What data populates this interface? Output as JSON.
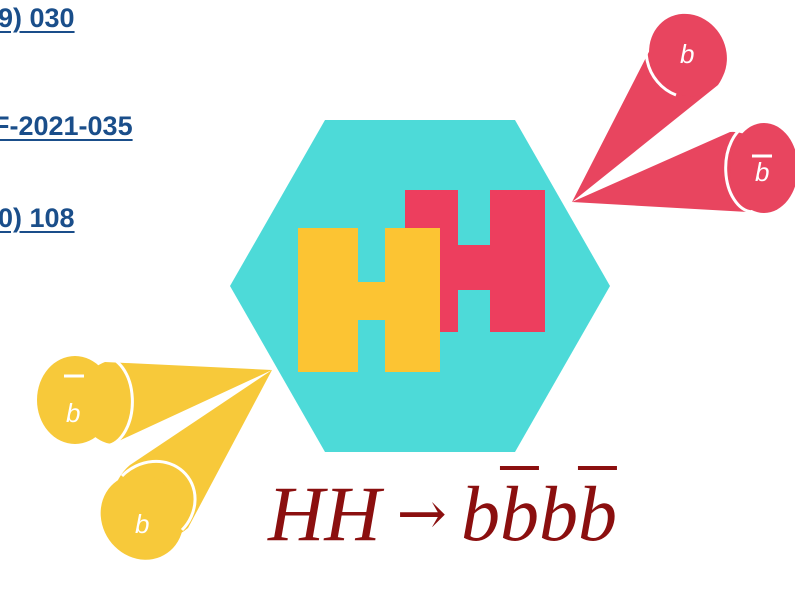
{
  "references": [
    {
      "label": "9) 030"
    },
    {
      "label": "F-2021-035"
    },
    {
      "label": "0) 108"
    }
  ],
  "colors": {
    "link": "#1a4e8a",
    "hexagon": "#4ddad8",
    "h_yellow": "#fcc433",
    "h_red": "#ed3e5e",
    "jet_red": "#e8455f",
    "jet_yellow": "#f7c93a",
    "equation": "#8b0f0f",
    "b_label": "#ffffff"
  },
  "jets": {
    "upper_right": {
      "jet_1": {
        "quark": "b",
        "antiquark": false
      },
      "jet_2": {
        "quark": "b",
        "antiquark": true
      }
    },
    "lower_left": {
      "jet_1": {
        "quark": "b",
        "antiquark": true
      },
      "jet_2": {
        "quark": "b",
        "antiquark": false
      }
    }
  },
  "equation": {
    "lhs": "HH",
    "arrow": "→",
    "b1": "b",
    "b2": "b",
    "b3": "b",
    "b4": "b"
  }
}
